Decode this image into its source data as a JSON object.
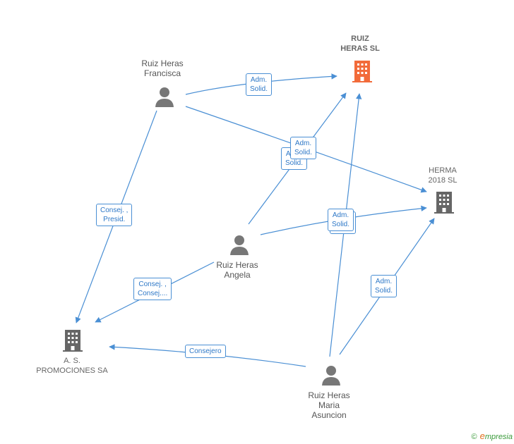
{
  "nodes": {
    "francisca": {
      "lines": [
        "Ruiz Heras",
        "Francisca"
      ],
      "type": "person"
    },
    "angela": {
      "lines": [
        "Ruiz Heras",
        "Angela"
      ],
      "type": "person"
    },
    "maria": {
      "lines": [
        "Ruiz Heras",
        "Maria",
        "Asuncion"
      ],
      "type": "person"
    },
    "ruiz_heras_sl": {
      "lines": [
        "RUIZ",
        "HERAS  SL"
      ],
      "type": "company",
      "color": "#f26b3a"
    },
    "herma": {
      "lines": [
        "HERMA",
        "2018  SL"
      ],
      "type": "company",
      "color": "#666666"
    },
    "as_promociones": {
      "lines": [
        "A.  S.",
        "PROMOCIONES SA"
      ],
      "type": "company",
      "color": "#666666"
    }
  },
  "edge_labels": {
    "f_ruiz": [
      "Adm.",
      "Solid."
    ],
    "f_herma": [
      "Adm.",
      "Solid."
    ],
    "a_ruiz": [
      "Adm.",
      "Solid."
    ],
    "f_as": [
      "Consej. ,",
      "Presid."
    ],
    "a_herma": [
      "Adm.",
      "Solid."
    ],
    "a_as": [
      "Consej. ,",
      "Consej...."
    ],
    "m_herma": [
      "Adm.",
      "Solid."
    ],
    "m_as": [
      "Consejero"
    ]
  },
  "colors": {
    "edge": "#4a8fd4",
    "person": "#777777",
    "focus_company": "#f26b3a",
    "company": "#666666"
  },
  "brand": {
    "copyright": "©",
    "name": "mpresia",
    "initial": "e"
  }
}
